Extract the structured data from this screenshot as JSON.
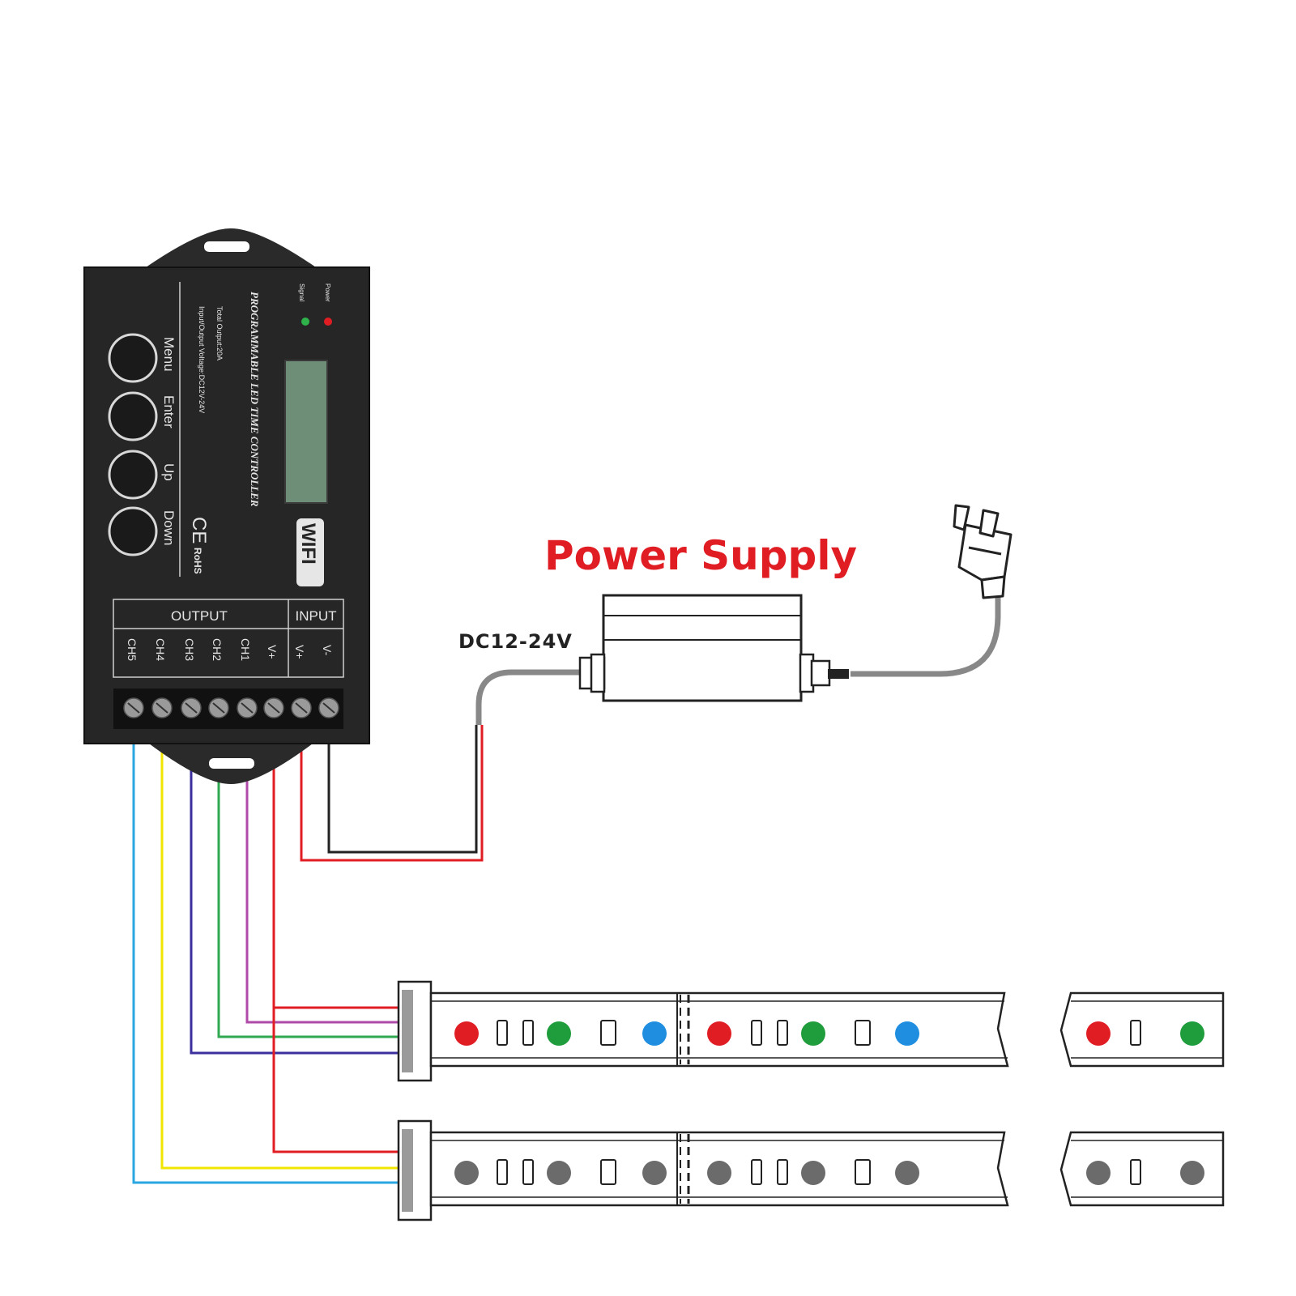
{
  "power_supply": {
    "title": "Power Supply",
    "voltage_label": "DC12-24V"
  },
  "controller": {
    "product_text": "PROGRAMMABLE LED TIME CONTROLLER",
    "spec_line_1": "Total Output:20A",
    "spec_line_2": "Input/Output Voltage:DC12V-24V",
    "led_labels": [
      "Signal",
      "Power"
    ],
    "buttons": [
      "Menu",
      "Enter",
      "Up",
      "Down"
    ],
    "wifi_label": "WIFI",
    "ce_label": "CE",
    "rohs_label": "RoHS",
    "output_label": "OUTPUT",
    "input_label": "INPUT",
    "terminals": [
      "CH5",
      "CH4",
      "CH3",
      "CH2",
      "CH1",
      "V+",
      "V+",
      "V-"
    ]
  },
  "colors": {
    "ch5": "#2aa7e0",
    "ch4": "#f2e600",
    "ch3": "#3b2f9e",
    "ch2": "#2fa84f",
    "ch1": "#b04aa8",
    "vplus": "#e11d24",
    "vminus": "#222222",
    "led_red": "#e11d24",
    "led_green": "#1f9c3c",
    "led_blue": "#1f8ee0",
    "led_gray": "#6b6b6b"
  }
}
